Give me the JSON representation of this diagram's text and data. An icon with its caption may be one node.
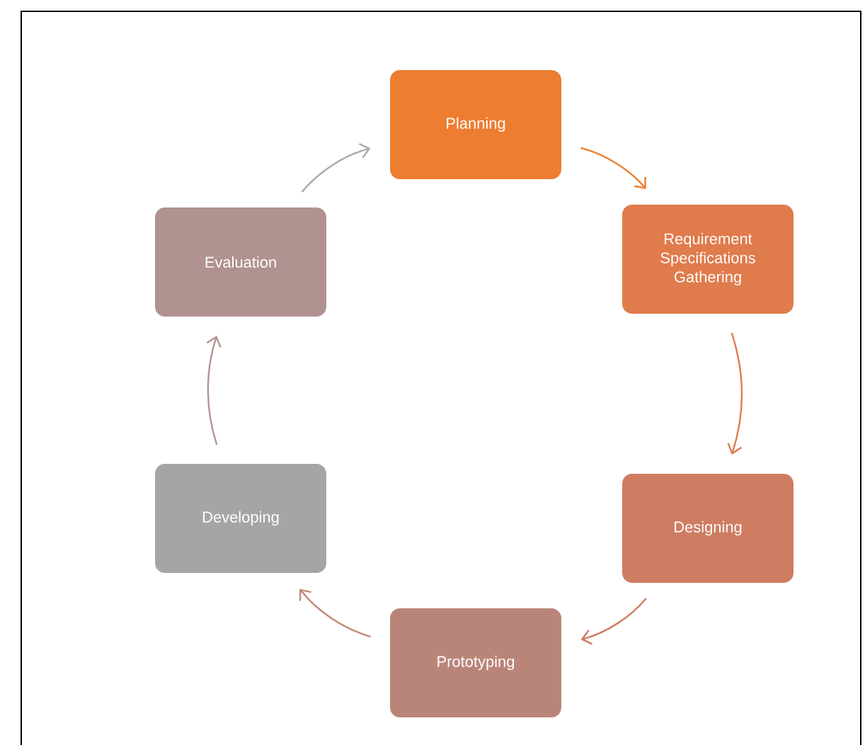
{
  "diagram": {
    "nodes": [
      {
        "text": [
          "Planning"
        ]
      },
      {
        "text": [
          "Requirement Specifications Gathering"
        ]
      },
      {
        "text": [
          "Designing"
        ]
      },
      {
        "text": [
          "Prototyping"
        ]
      },
      {
        "text": [
          "Developing"
        ]
      },
      {
        "text": [
          "Evaluation"
        ]
      }
    ],
    "edges": [
      {
        "from": 0,
        "to": 1,
        "arrow": "to",
        "color": "#ed7d31"
      },
      {
        "from": 1,
        "to": 2,
        "arrow": "to",
        "color": "#e07b4c"
      },
      {
        "from": 2,
        "to": 3,
        "arrow": "to",
        "color": "#cf7d62"
      },
      {
        "from": 3,
        "to": 4,
        "arrow": "to",
        "color": "#c08878"
      },
      {
        "from": 4,
        "to": 5,
        "arrow": "to",
        "color": "#b49590"
      },
      {
        "from": 5,
        "to": 0,
        "arrow": "to",
        "color": "#a9a9a9"
      }
    ]
  }
}
